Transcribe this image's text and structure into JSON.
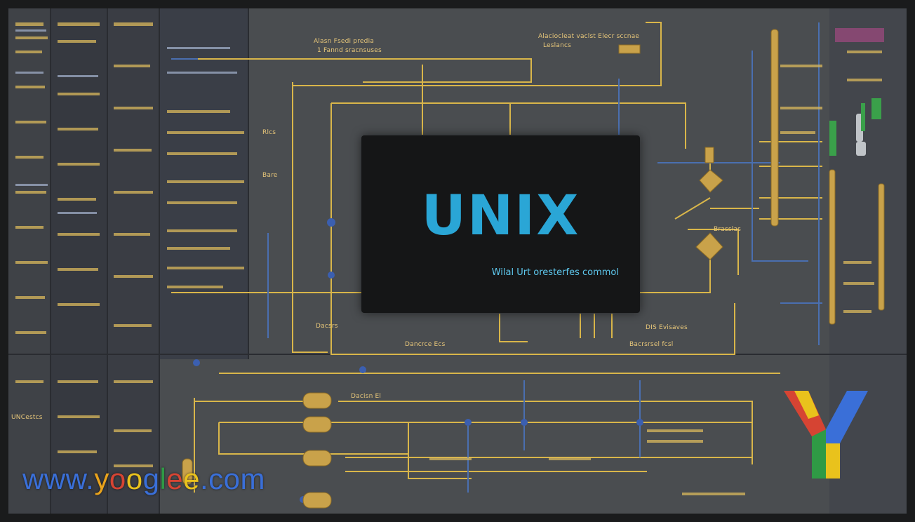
{
  "logo": {
    "title": "UNIX",
    "tagline": "Wilal Urt oresterfes commol"
  },
  "watermark": {
    "segments": [
      {
        "text": "www.",
        "color": "#3a6fd8"
      },
      {
        "text": "y",
        "color": "#e9a31c"
      },
      {
        "text": "o",
        "color": "#d64433"
      },
      {
        "text": "o",
        "color": "#e9c21c"
      },
      {
        "text": "g",
        "color": "#3a6fd8"
      },
      {
        "text": "l",
        "color": "#2f9a45"
      },
      {
        "text": "e",
        "color": "#d64433"
      },
      {
        "text": "e",
        "color": "#e9c21c"
      },
      {
        "text": ".com",
        "color": "#3a6fd8"
      }
    ]
  },
  "labels": {
    "top_center_1": "Alasn Fsedi predia",
    "top_center_2": "1 Fannd sracnsuses",
    "top_right_1": "Alaciocleat vaclst Elecr sccnae",
    "top_right_2": "Leslancs",
    "mid_left": "Dacsrs",
    "box_left_1": "Rlcs",
    "box_left_2": "Bare",
    "bottom_center": "Dacisn El",
    "bottom_left": "UNCestcs",
    "bottom_sub_1": "Dancrce Ecs",
    "bottom_sub_2": "Bacrsrsel fcsl",
    "right_1": "DIS  Evisaves",
    "right_2": "Brasslas"
  },
  "colors": {
    "background": "#4a4d50",
    "wire_yellow": "#d9b64a",
    "wire_blue": "#4a6fb0",
    "logo_blue": "#2aa6d6",
    "box_bg": "#151617"
  }
}
